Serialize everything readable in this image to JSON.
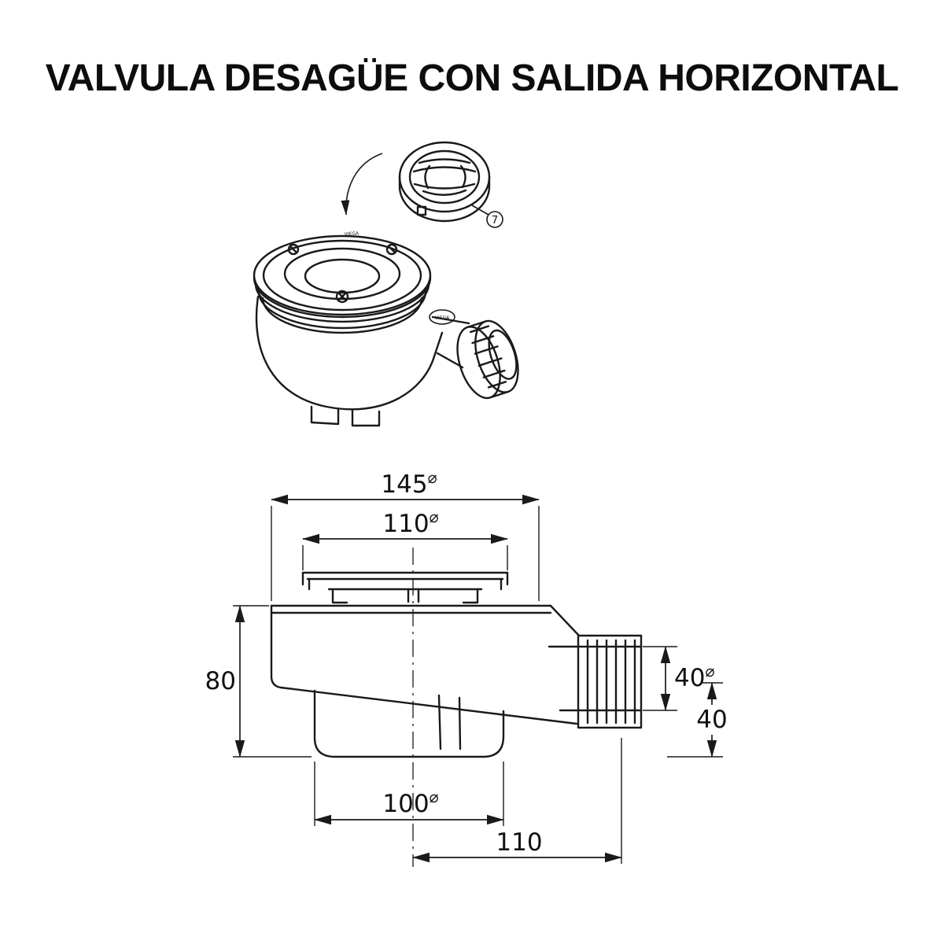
{
  "title": "VALVULA DESAGÜE CON SALIDA HORIZONTAL",
  "ink_color": "#111111",
  "perspective": {
    "callout_label": "7",
    "brand": "VIEGA"
  },
  "section": {
    "diameter_symbol": "⌀",
    "dims": {
      "flange_width": "145",
      "plate_width": "110",
      "body_height": "80",
      "outlet_bore": "40",
      "outlet_drop": "40",
      "bowl_width": "100",
      "outlet_offset": "110"
    }
  }
}
